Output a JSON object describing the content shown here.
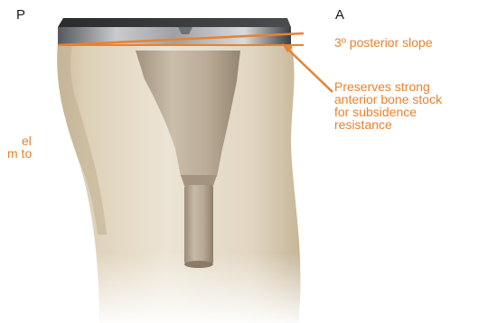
{
  "orientation": {
    "posterior": "P",
    "anterior": "A"
  },
  "annotations": {
    "slope": "3º posterior slope",
    "bone_stock": [
      "Preserves strong",
      "anterior bone stock",
      "for subsidence",
      "resistance"
    ],
    "cut_left": [
      "el",
      "m to"
    ]
  },
  "colors": {
    "accent": "#e8822e",
    "text": "#1a1a1a"
  }
}
